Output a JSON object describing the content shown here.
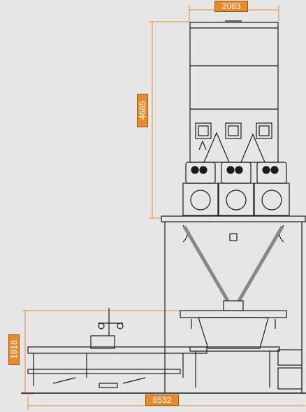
{
  "dimensions": {
    "top_width": "2083",
    "bin_height": "4685",
    "left_height": "1918",
    "total_width": "6532"
  },
  "colors": {
    "background": "#e6e6e6",
    "dimension_line": "#e98a2c",
    "label_fill": "#e98a2c",
    "drawing_line": "#1a1a1a"
  }
}
